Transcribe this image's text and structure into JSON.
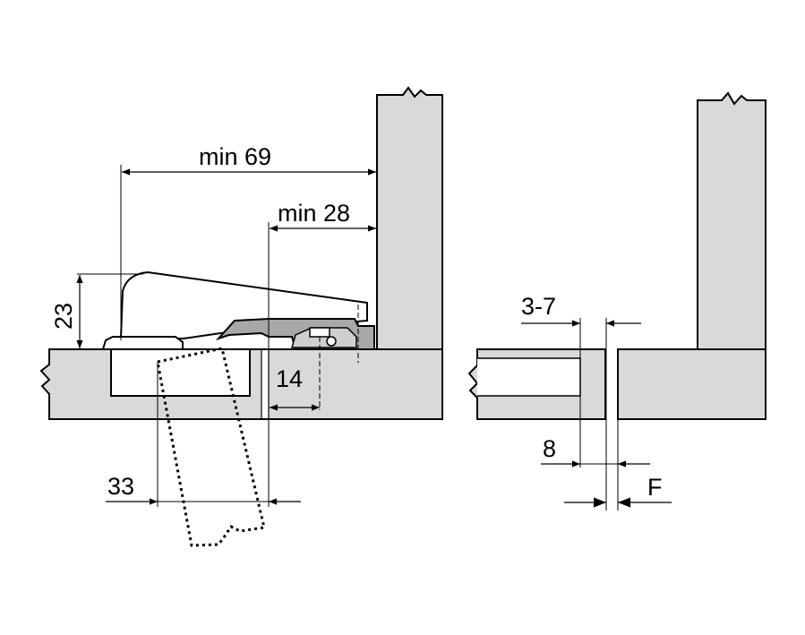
{
  "left_view": {
    "label_min69": "min 69",
    "label_min28": "min 28",
    "label_23": "23",
    "label_14": "14",
    "label_33": "33"
  },
  "right_view": {
    "label_3_7": "3-7",
    "label_8": "8",
    "label_F": "F"
  },
  "colors": {
    "panel_fill": "#d9d9d9",
    "hinge_fill": "#a8a8a8",
    "line": "#000000"
  }
}
